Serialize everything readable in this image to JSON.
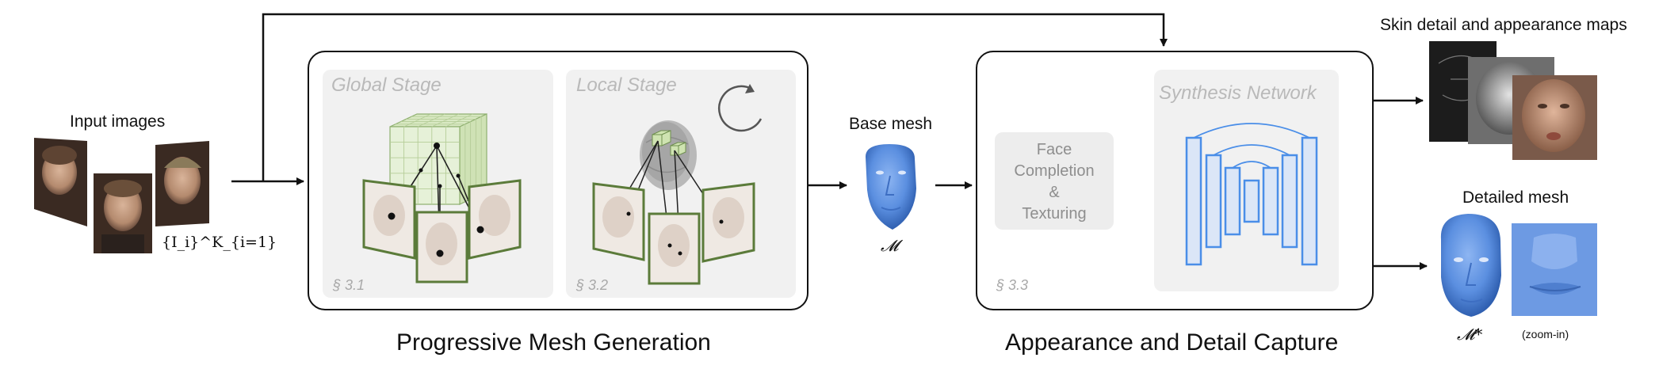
{
  "inputs": {
    "label": "Input images",
    "formula": "{I_i}^K_{i=1}"
  },
  "progressive": {
    "title": "Progressive Mesh Generation",
    "global": {
      "title": "Global Stage",
      "section": "§ 3.1"
    },
    "local": {
      "title": "Local Stage",
      "section": "§ 3.2"
    }
  },
  "base_mesh": {
    "label": "Base mesh",
    "symbol": "𝓜"
  },
  "appearance": {
    "title": "Appearance and Detail Capture",
    "completion": [
      "Face",
      "Completion",
      "&",
      "Texturing"
    ],
    "network": "Synthesis Network",
    "section": "§ 3.3"
  },
  "outputs": {
    "maps_label": "Skin detail and appearance maps",
    "detailed_label": "Detailed mesh",
    "detailed_symbol": "𝓜*",
    "zoom_label": "(zoom-in)"
  },
  "colors": {
    "mesh_blue": "#5b8fe0",
    "grid_green": "#6f8f4f",
    "unet_blue": "#4a8ee8",
    "panel_gray": "#f1f1f1"
  }
}
